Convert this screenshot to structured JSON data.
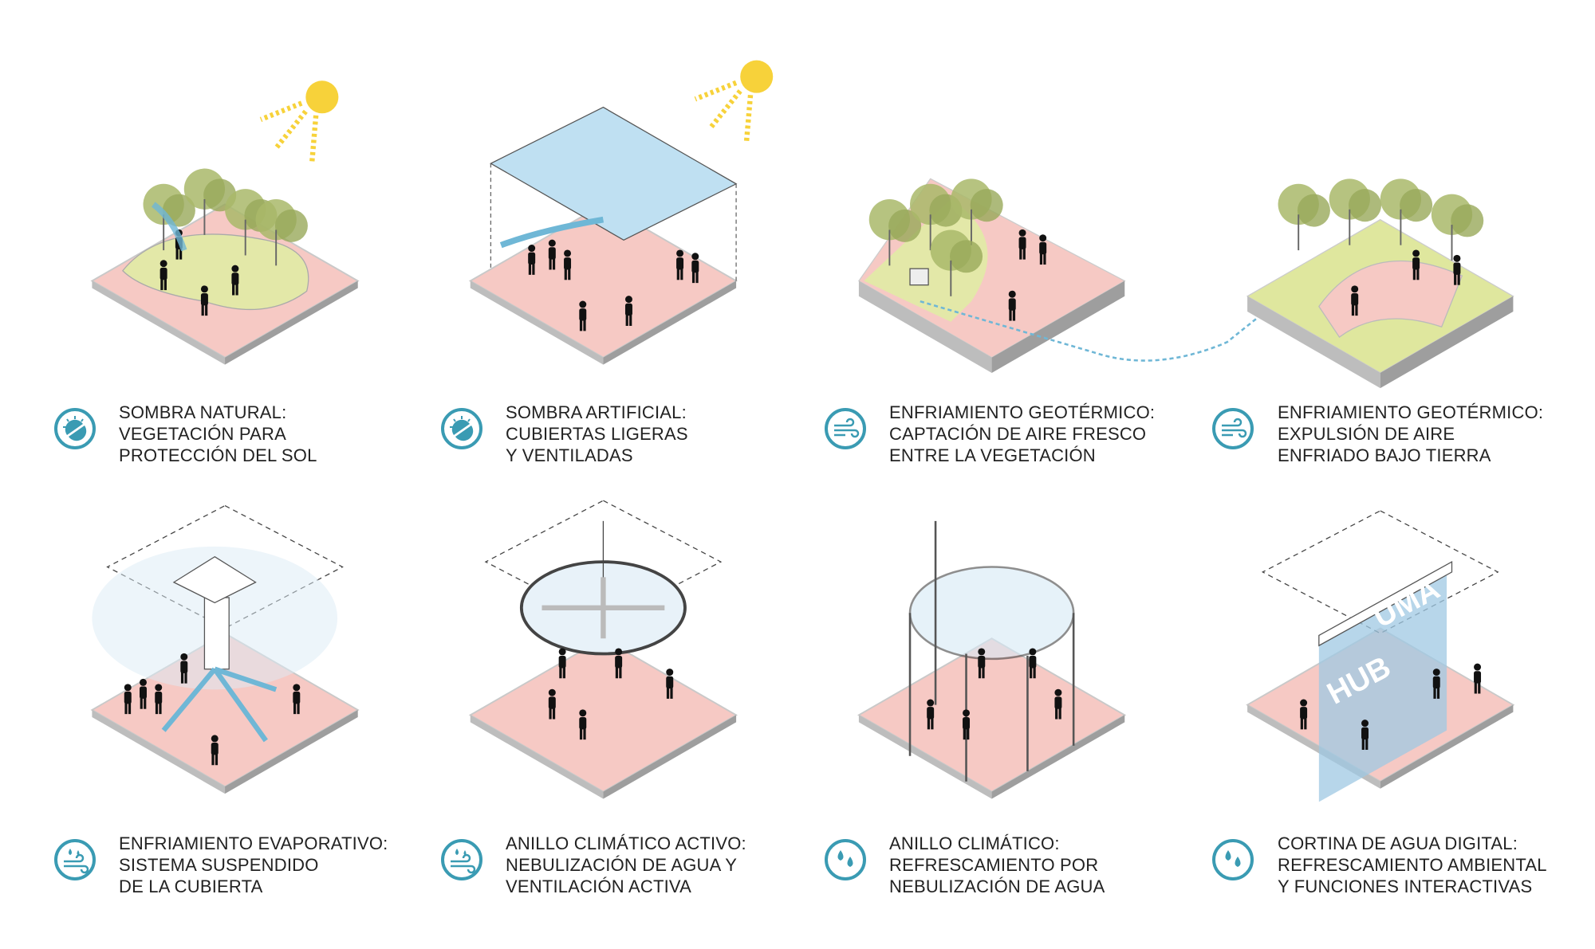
{
  "colors": {
    "accent": "#3a9bb3",
    "ground": "#f6c9c4",
    "vegetation": "#a9b86a",
    "sun": "#f7d23a"
  },
  "panels": [
    {
      "icon": "sun-shade-icon",
      "lines": [
        "SOMBRA NATURAL:",
        "VEGETACIÓN PARA",
        "PROTECCIÓN DEL SOL"
      ]
    },
    {
      "icon": "sun-shade-icon",
      "lines": [
        "SOMBRA ARTIFICIAL:",
        "CUBIERTAS LIGERAS",
        "Y VENTILADAS"
      ]
    },
    {
      "icon": "wind-icon",
      "lines": [
        "ENFRIAMIENTO GEOTÉRMICO:",
        "CAPTACIÓN DE AIRE FRESCO",
        "ENTRE LA VEGETACIÓN"
      ]
    },
    {
      "icon": "wind-icon",
      "lines": [
        "ENFRIAMIENTO GEOTÉRMICO:",
        "EXPULSIÓN DE AIRE",
        "ENFRIADO BAJO TIERRA"
      ]
    },
    {
      "icon": "water-wind-icon",
      "lines": [
        "ENFRIAMIENTO EVAPORATIVO:",
        "SISTEMA SUSPENDIDO",
        "DE LA CUBIERTA"
      ]
    },
    {
      "icon": "water-wind-icon",
      "lines": [
        "ANILLO CLIMÁTICO ACTIVO:",
        "NEBULIZACIÓN DE AGUA Y",
        "VENTILACIÓN ACTIVA"
      ]
    },
    {
      "icon": "water-drops-icon",
      "lines": [
        "ANILLO CLIMÁTICO:",
        "REFRESCAMIENTO POR",
        "NEBULIZACIÓN DE AGUA"
      ]
    },
    {
      "icon": "water-drops-icon",
      "lines": [
        "CORTINA DE AGUA DIGITAL:",
        "REFRESCAMIENTO AMBIENTAL",
        "Y FUNCIONES INTERACTIVAS"
      ]
    }
  ],
  "curtain_text": [
    "UMA",
    "HUB"
  ]
}
